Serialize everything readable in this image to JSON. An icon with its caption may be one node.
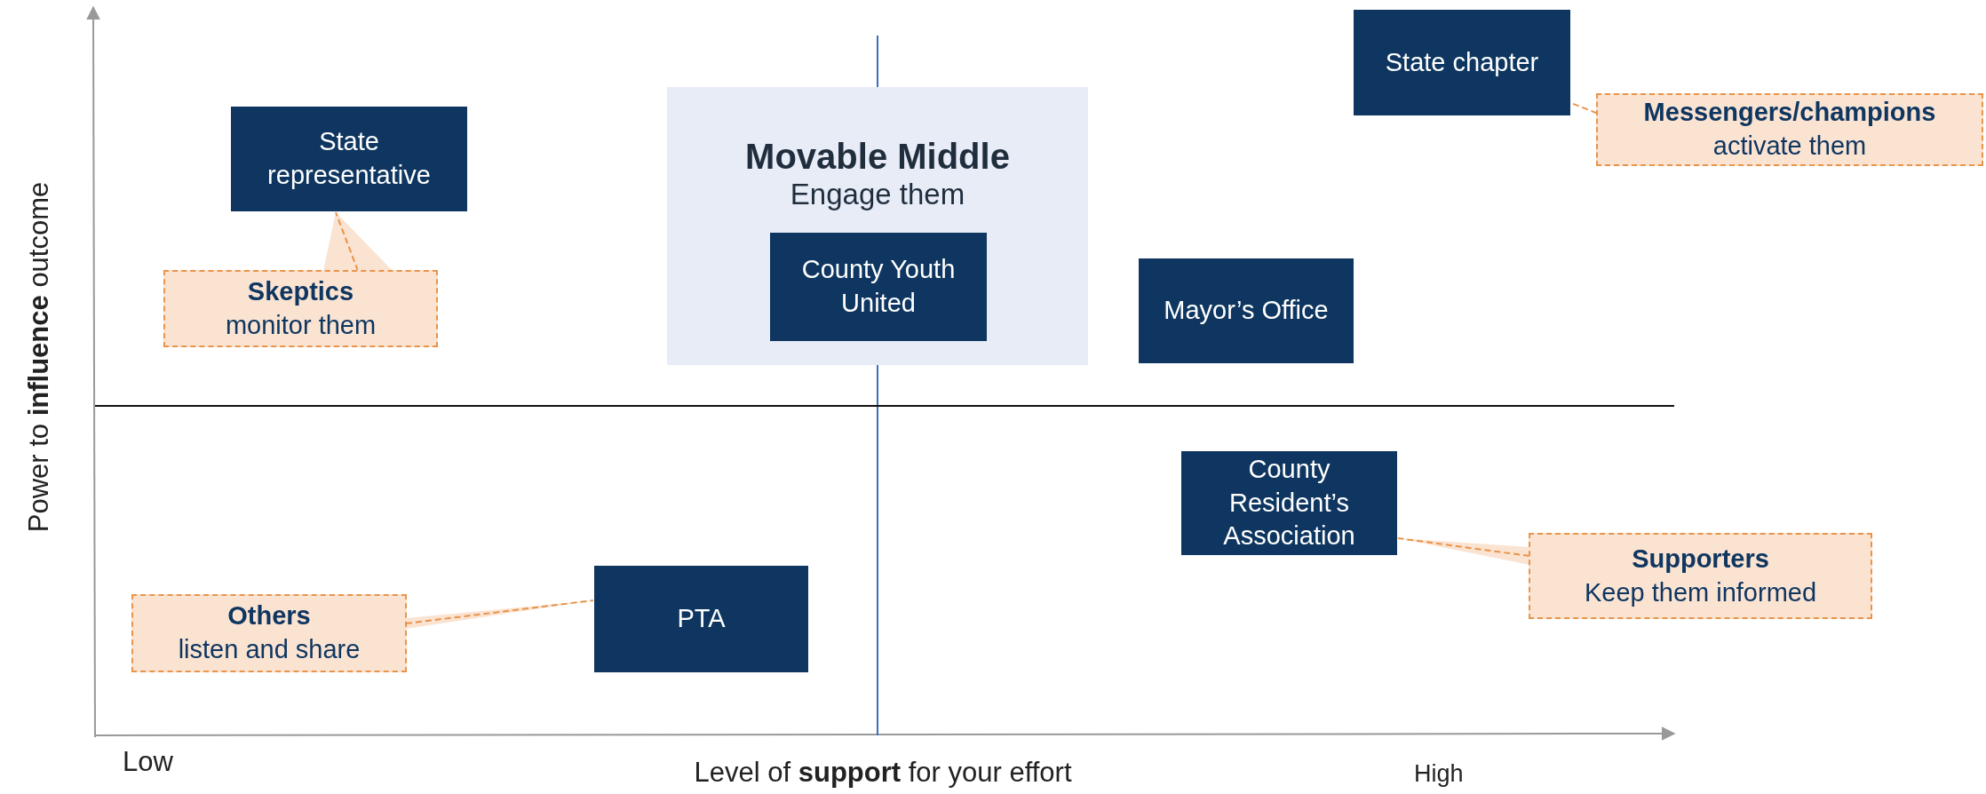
{
  "diagram": {
    "nodes": [
      {
        "text": [
          "State representative"
        ]
      },
      {
        "text": [
          "Movable Middle",
          "Engage them"
        ]
      },
      {
        "text": [
          "County Youth United"
        ],
        "in": 1
      },
      {
        "text": [
          "State chapter"
        ]
      },
      {
        "text": [
          "Messengers/champions",
          "activate them"
        ]
      },
      {
        "text": [
          "Skeptics",
          "monitor them"
        ]
      },
      {
        "text": [
          "Mayor’s Office"
        ]
      },
      {
        "text": [
          "County Resident’s Association"
        ]
      },
      {
        "text": [
          "Supporters",
          "Keep them informed"
        ]
      },
      {
        "text": [
          "Others",
          "listen and share"
        ]
      },
      {
        "text": [
          "PTA"
        ]
      }
    ],
    "edges": [
      {
        "from": 5,
        "to": 0,
        "arrow": "none",
        "style": "dashed"
      },
      {
        "from": 4,
        "to": 3,
        "arrow": "none",
        "style": "dashed"
      },
      {
        "from": 8,
        "to": 7,
        "arrow": "none",
        "style": "dashed"
      },
      {
        "from": 9,
        "to": 10,
        "arrow": "none",
        "style": "dashed"
      }
    ],
    "labels": [
      "Power to **influence** outcome",
      "Low",
      "Level of **support** for your effort",
      "High"
    ]
  }
}
